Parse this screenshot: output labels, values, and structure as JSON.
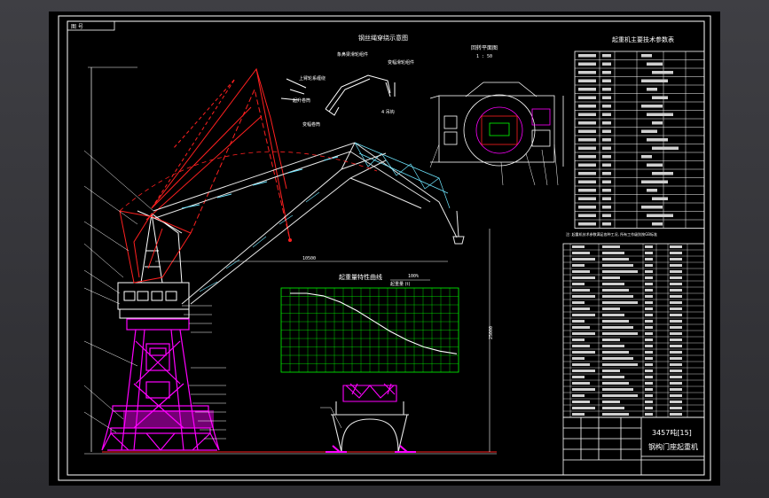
{
  "drawing": {
    "frame_label": "图 号",
    "title_line1": "3457吨[15]",
    "title_line2": "钢构门座起重机",
    "annotations": {
      "wire_rope_plan": "钢丝绳穿绕示意图",
      "upper_roller": "上臂轮系缠绕",
      "top_sheave_block": "象鼻梁滑轮组件",
      "mid_sheave": "变幅滑轮组件",
      "luffing_drum": "变幅卷筒",
      "hoist_drum": "起升卷筒",
      "tail_label": "4 吊钩",
      "slewing_plan": "回转平面图",
      "slewing_scale": "1 : 50",
      "spec_table_title": "起重机主要技术参数表",
      "load_curve_title": "起重量特性曲线",
      "curve_legend_1": "100%",
      "curve_legend_2": "起重量 (t)",
      "note_line": "注: 起重机技术参数满足各种工况, 所有工作级别按GB标准",
      "span_dim": "10500",
      "height_dim": "25000"
    }
  },
  "colors": {
    "background": "#000000",
    "frame": "#ffffff",
    "magenta": "#ff00ff",
    "red": "#ff2020",
    "green": "#00ff00",
    "cyan": "#6ee6ff",
    "white": "#e8e8e8"
  },
  "load_curve": {
    "x": [
      0,
      1,
      2,
      3,
      4,
      5,
      6,
      7,
      8,
      9,
      10
    ],
    "y": [
      1.0,
      1.0,
      0.97,
      0.9,
      0.8,
      0.68,
      0.56,
      0.46,
      0.38,
      0.33,
      0.3
    ]
  }
}
